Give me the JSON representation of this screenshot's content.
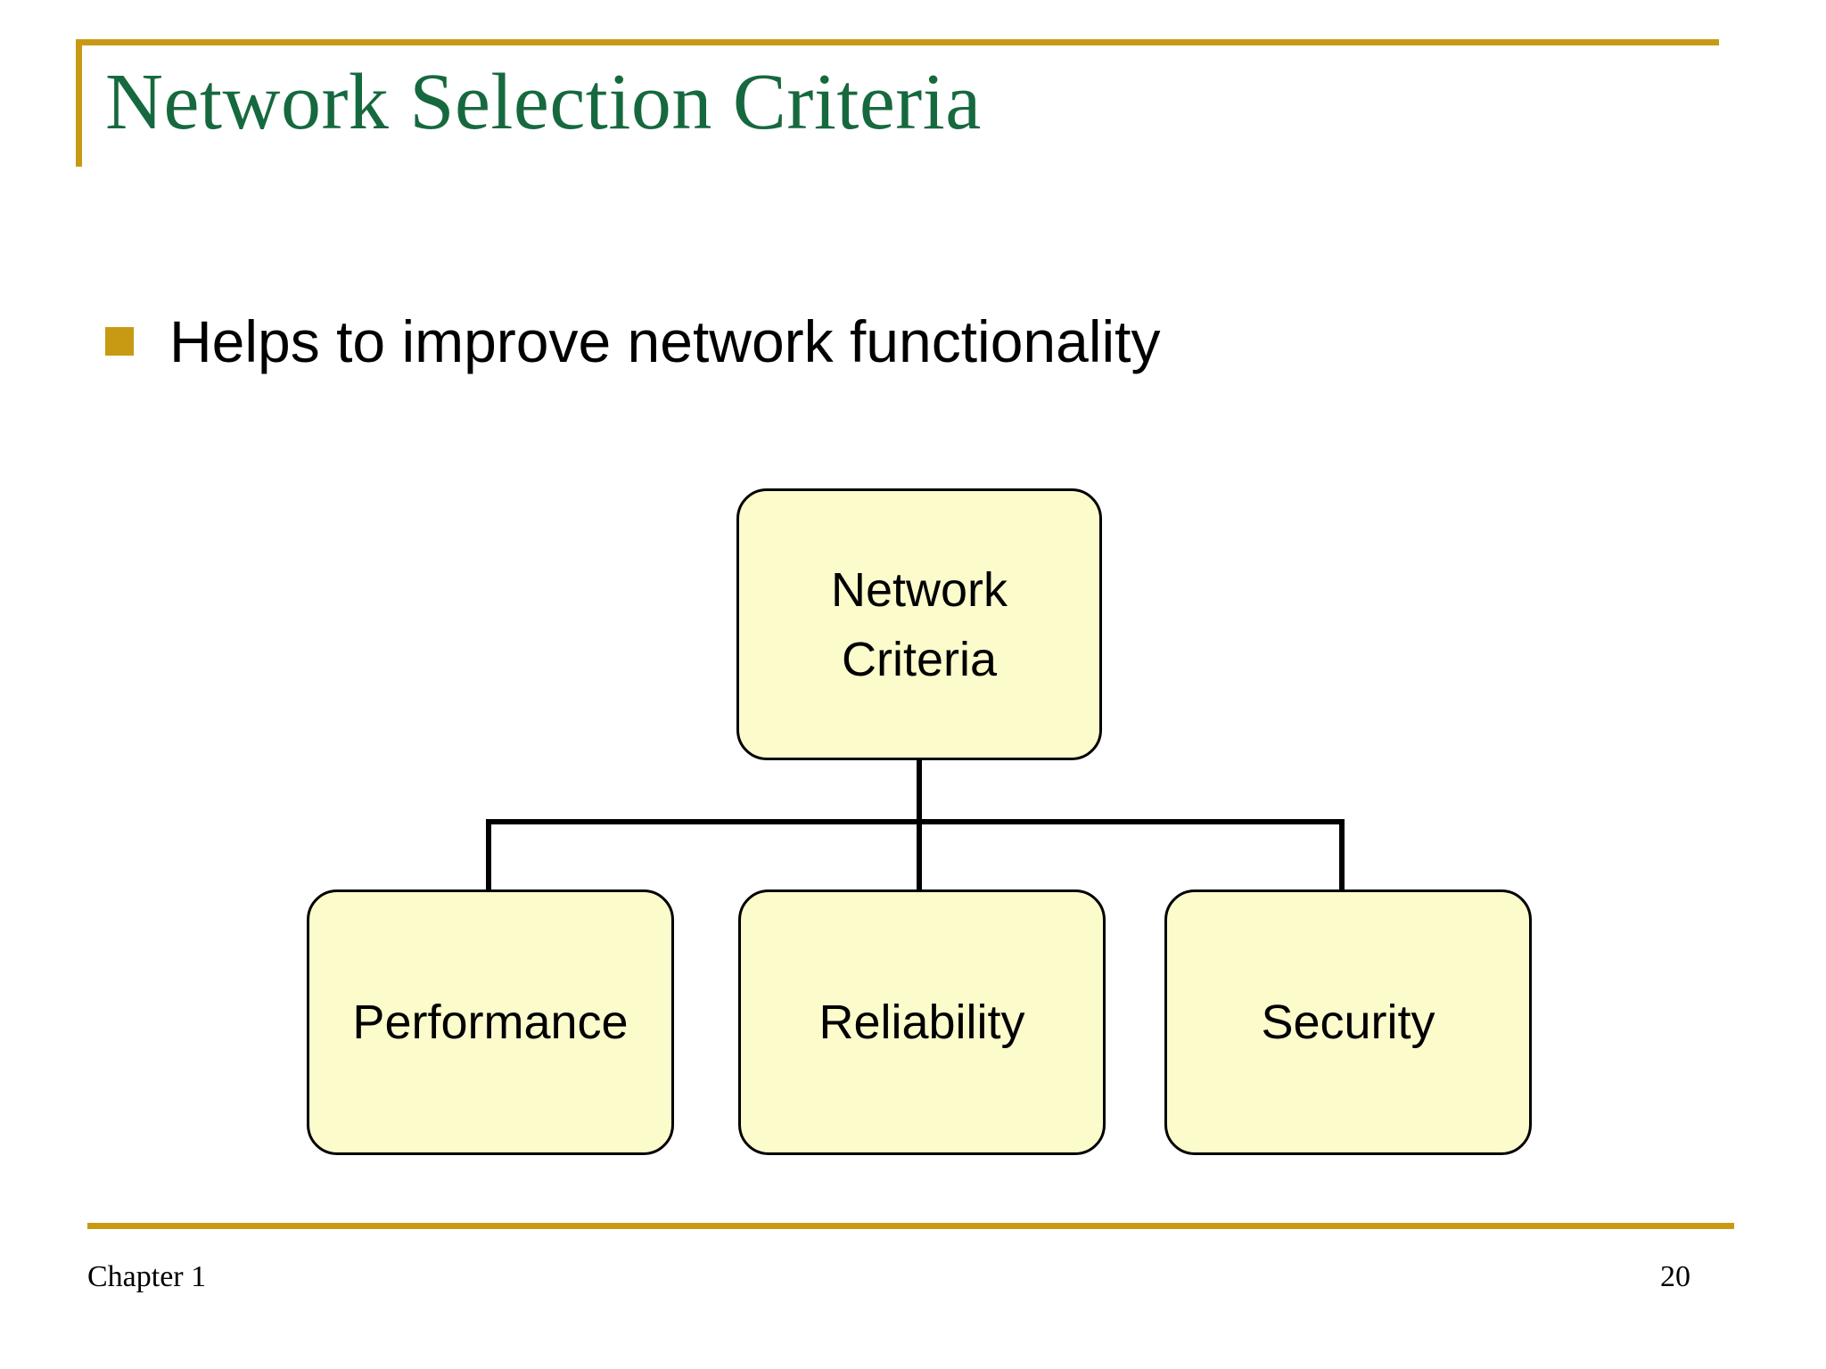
{
  "slide": {
    "title": "Network Selection Criteria",
    "bullets": [
      {
        "marker": "square-bullet",
        "text": "Helps to improve network functionality"
      }
    ],
    "footer": {
      "left_label": "Chapter 1",
      "page_number": "20"
    }
  },
  "colors": {
    "title_green": "#16693e",
    "accent_gold": "#c89a13",
    "node_fill": "#fbfbcb",
    "node_border": "#000000",
    "text_black": "#000000",
    "background": "#ffffff"
  },
  "diagram": {
    "type": "hierarchy-tree",
    "root": {
      "label": "Network\nCriteria",
      "line1": "Network",
      "line2": "Criteria"
    },
    "children": [
      {
        "label": "Performance"
      },
      {
        "label": "Reliability"
      },
      {
        "label": "Security"
      }
    ]
  }
}
